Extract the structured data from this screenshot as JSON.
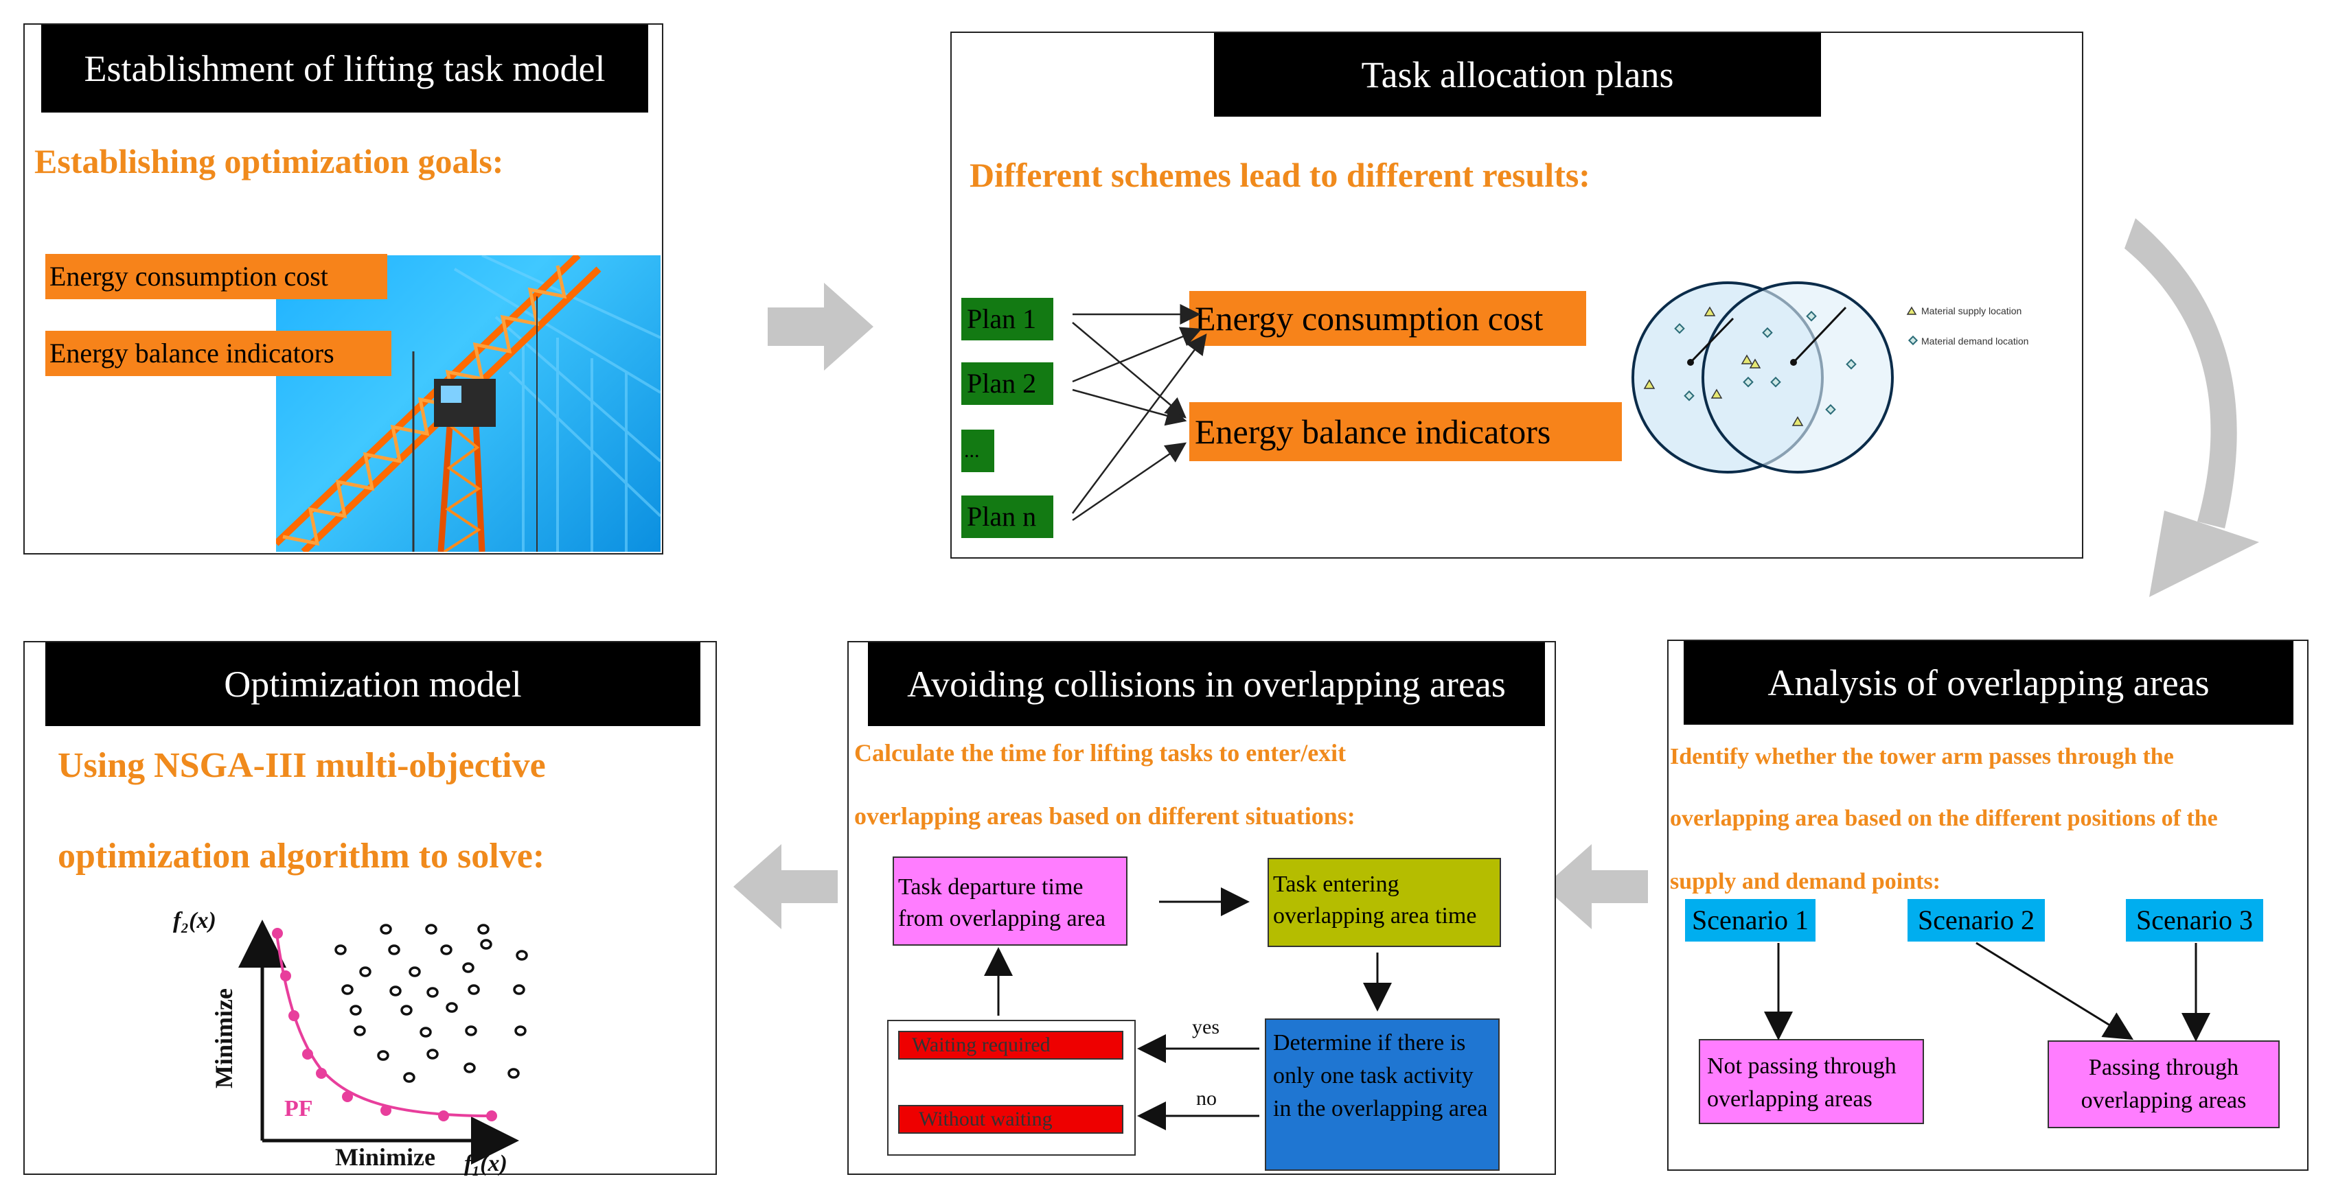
{
  "panel1": {
    "title": "Establishment of lifting task model",
    "goal": "Establishing optimization goals:",
    "item1": "Energy consumption cost",
    "item2": "Energy balance indicators"
  },
  "panel2": {
    "title": "Task allocation plans",
    "goal": "Different schemes lead to different results:",
    "plans": [
      "Plan 1",
      "Plan 2",
      "...",
      "Plan n"
    ],
    "result1": "Energy consumption cost",
    "result2": "Energy balance indicators",
    "legend_supply": "Material supply location",
    "legend_demand": "Material demand location"
  },
  "panel3": {
    "title": "Analysis of overlapping areas",
    "goal_line1": "Identify whether the tower arm passes through the",
    "goal_line2": "overlapping area based on the different positions of the",
    "goal_line3": "supply and demand points:",
    "scenario1": "Scenario 1",
    "scenario2": "Scenario 2",
    "scenario3": "Scenario 3",
    "not_passing": "Not passing through overlapping areas",
    "passing": "Passing through overlapping areas"
  },
  "panel4": {
    "title": "Avoiding collisions in overlapping areas",
    "goal_line1": "Calculate the time for lifting tasks to enter/exit",
    "goal_line2": "overlapping areas based on different situations:",
    "departure": "Task departure time from overlapping area",
    "entering": "Task entering overlapping area time",
    "determine": "Determine if there is only one task activity in the overlapping area",
    "waiting": "Waiting required",
    "without": "Without waiting",
    "yes": "yes",
    "no": "no"
  },
  "panel5": {
    "title": "Optimization model",
    "goal_line1": "Using NSGA-III multi-objective",
    "goal_line2": "optimization algorithm to solve:",
    "y_axis_func": "f₂(x)",
    "x_axis_func": "f₁(x)",
    "y_axis_label": "Minimize",
    "x_axis_label": "Minimize",
    "pf_label": "PF"
  },
  "colors": {
    "orange": "#f7831a",
    "goal_orange": "#f08a1c",
    "green": "#137a13",
    "cyan": "#00aeef",
    "magenta": "#ff7dff",
    "olive": "#b5bd00",
    "blue": "#1f76d2",
    "red": "#ee0000",
    "pareto_pink": "#e83e9c",
    "flow_arrow_gray": "#c6c6c6"
  }
}
